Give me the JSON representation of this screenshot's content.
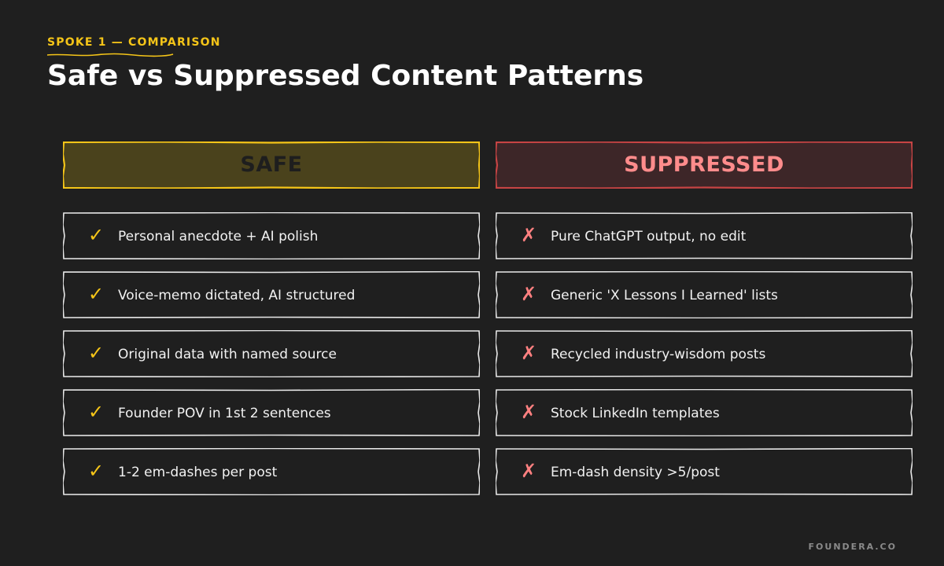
{
  "header": {
    "eyebrow": "SPOKE 1 — COMPARISON",
    "title": "Safe vs Suppressed Content Patterns"
  },
  "columns": {
    "safe": {
      "label": "SAFE",
      "check_symbol": "✓",
      "accent_color": "#f5c518",
      "header_fill": "#4a421c",
      "header_text_color": "#1e1e1e",
      "items": [
        "Personal anecdote + AI polish",
        "Voice-memo dictated, AI structured",
        "Original data with named source",
        "Founder POV in 1st 2 sentences",
        "1-2 em-dashes per post"
      ]
    },
    "suppressed": {
      "label": "SUPPRESSED",
      "cross_symbol": "✗",
      "accent_color": "#c74444",
      "header_fill": "#3d2628",
      "header_text_color": "#ff8c8c",
      "items": [
        "Pure ChatGPT output, no edit",
        "Generic 'X Lessons I Learned' lists",
        "Recycled industry-wisdom posts",
        "Stock LinkedIn templates",
        "Em-dash density >5/post"
      ]
    }
  },
  "footer": {
    "brand": "FOUNDERA.CO"
  }
}
